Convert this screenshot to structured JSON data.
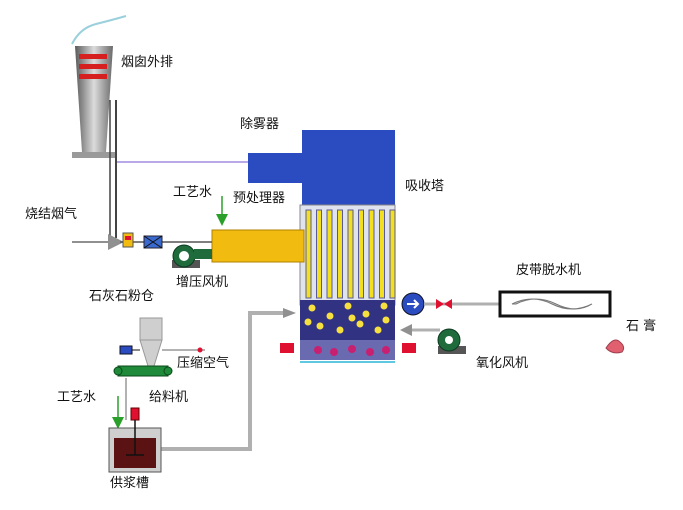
{
  "labels": {
    "chimney": "烟囱外排",
    "demister": "除雾器",
    "absorber": "吸收塔",
    "process_water_1": "工艺水",
    "pretreater": "预处理器",
    "flue_gas": "烧结烟气",
    "booster_fan": "增压风机",
    "limestone_bin": "石灰石粉仓",
    "belt_filter": "皮带脱水机",
    "gypsum": "石 膏",
    "compressed_air": "压缩空气",
    "oxidation_fan": "氧化风机",
    "process_water_2": "工艺水",
    "feeder": "给料机",
    "slurry_tank": "供浆槽"
  },
  "colors": {
    "tower_blue": "#2a4cc0",
    "slurry_navy": "#323282",
    "pretreater_gold": "#f2bb10",
    "pipe_gray": "#a0a0a0",
    "water_green": "#2aa02a",
    "alert_red": "#e01030",
    "fan_green": "#1f6b3c",
    "chimney_red": "#d62020"
  },
  "icons": {
    "booster_fan": "fan-icon",
    "oxidation_fan": "fan-icon",
    "slurry_pump": "pump-icon",
    "valve": "valve-icon"
  }
}
